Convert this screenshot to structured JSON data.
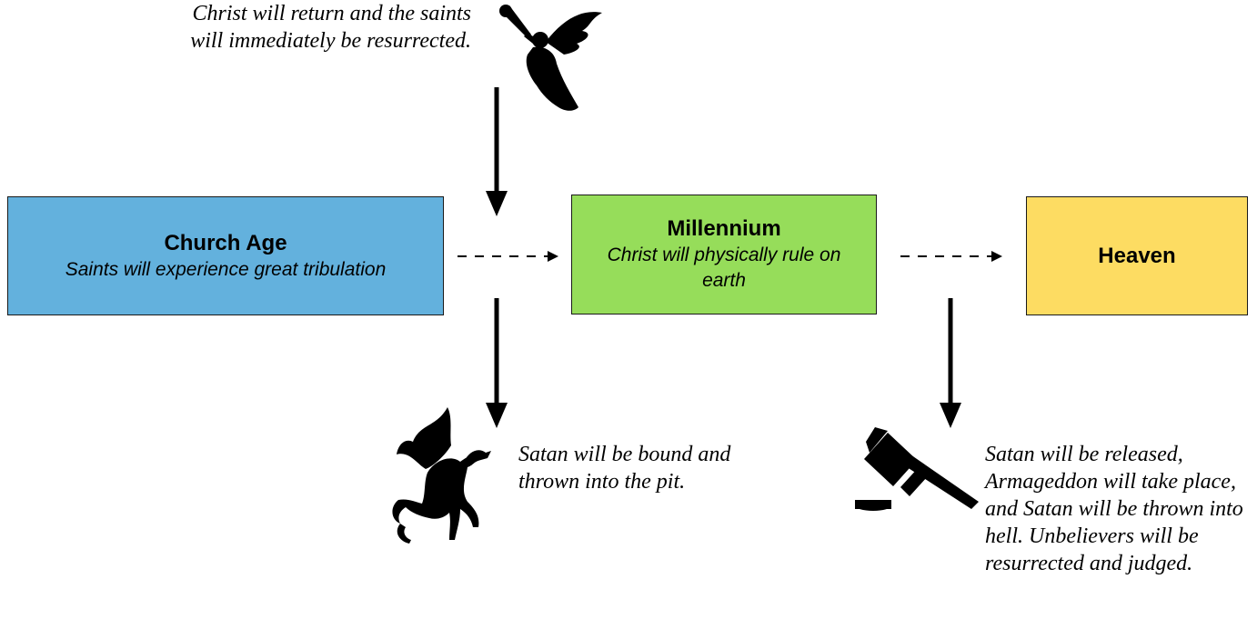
{
  "stages": [
    {
      "title": "Church Age",
      "subtitle": "Saints will experience great tribulation",
      "color": "#63b1dd"
    },
    {
      "title": "Millennium",
      "subtitle": "Christ will physically rule on earth",
      "color": "#96dd5a"
    },
    {
      "title": "Heaven",
      "subtitle": "",
      "color": "#fddc62"
    }
  ],
  "notes": {
    "return": "Christ will return and the saints will immediately be resurrected.",
    "bound": "Satan will be bound and thrown into the pit.",
    "released": "Satan will be released, Armageddon will take place, and Satan will be thrown into hell. Unbelievers will be resurrected and judged."
  },
  "icons": {
    "angel": "angel-with-trumpet-icon",
    "dragon": "dragon-icon",
    "gavel": "gavel-icon"
  }
}
